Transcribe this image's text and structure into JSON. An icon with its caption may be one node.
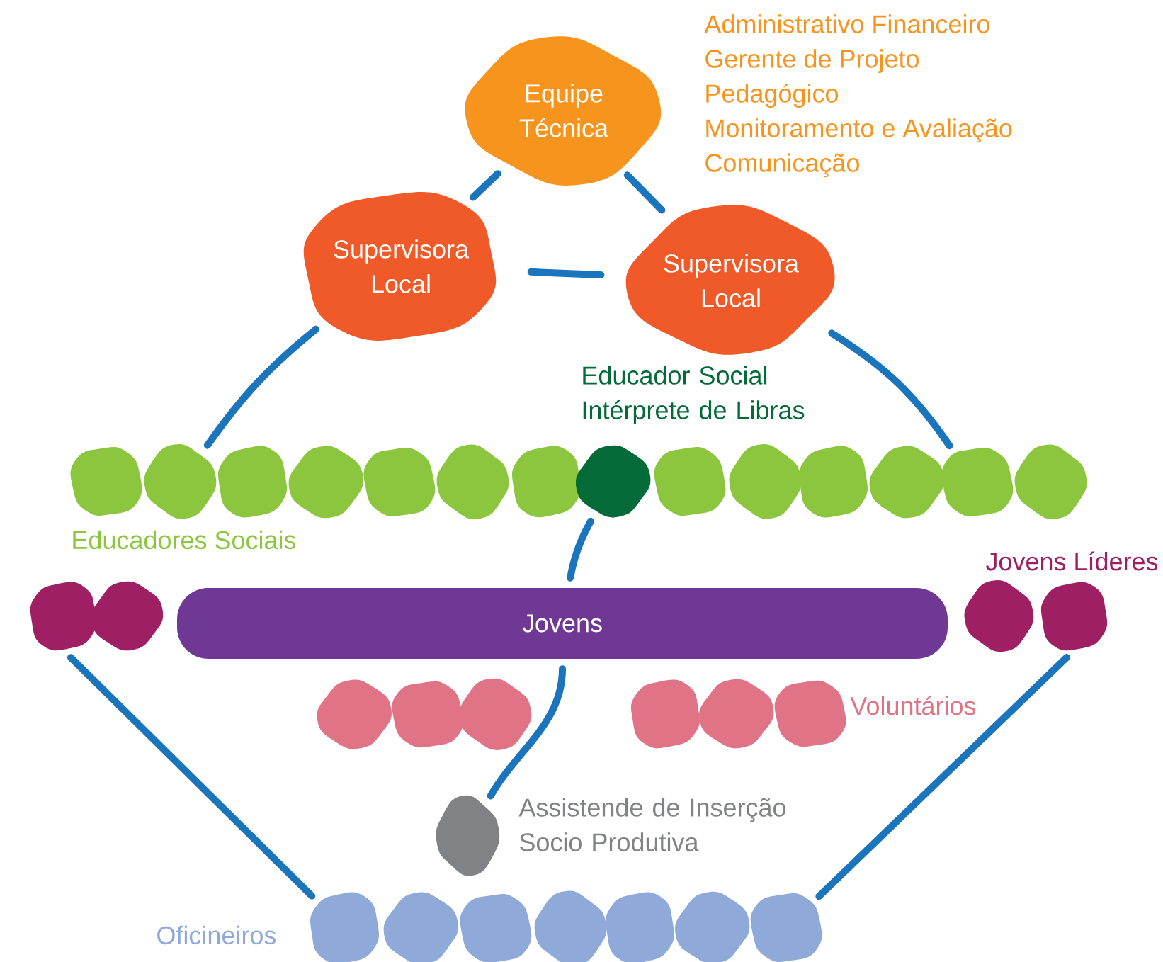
{
  "diagram": {
    "nodes": [
      {
        "text": [
          "Equipe Técnica"
        ],
        "beside": [
          "Administrativo Financeiro",
          "Gerente de Projeto",
          "Pedagógico",
          "Monitoramento e Avaliação",
          "Comunicação"
        ]
      },
      {
        "text": [
          "Supervisora Local"
        ]
      },
      {
        "text": [
          "Supervisora Local"
        ]
      },
      {
        "text": [],
        "shape": "blob"
      },
      {
        "text": [],
        "shape": "blob"
      },
      {
        "text": [],
        "shape": "blob"
      },
      {
        "text": [],
        "shape": "blob"
      },
      {
        "text": [],
        "shape": "blob"
      },
      {
        "text": [],
        "shape": "blob"
      },
      {
        "text": [],
        "shape": "blob"
      },
      {
        "text": [],
        "shape": "blob",
        "beside": [
          "Educador Social Intérprete de Libras"
        ]
      },
      {
        "text": [],
        "shape": "blob"
      },
      {
        "text": [],
        "shape": "blob"
      },
      {
        "text": [],
        "shape": "blob"
      },
      {
        "text": [],
        "shape": "blob"
      },
      {
        "text": [],
        "shape": "blob"
      },
      {
        "text": [],
        "shape": "blob"
      },
      {
        "text": [],
        "shape": "blob"
      },
      {
        "text": [],
        "shape": "blob"
      },
      {
        "text": [
          "Jovens"
        ]
      },
      {
        "text": [],
        "shape": "blob"
      },
      {
        "text": [],
        "shape": "blob"
      },
      {
        "text": [],
        "shape": "blob"
      },
      {
        "text": [],
        "shape": "blob"
      },
      {
        "text": [],
        "shape": "blob"
      },
      {
        "text": [],
        "shape": "blob"
      },
      {
        "text": [],
        "shape": "blob"
      },
      {
        "text": [],
        "shape": "blob"
      },
      {
        "text": [],
        "shape": "blob",
        "beside": [
          "Assistende de Inserção Socio Produtiva"
        ]
      },
      {
        "text": [],
        "shape": "blob"
      },
      {
        "text": [],
        "shape": "blob"
      },
      {
        "text": [],
        "shape": "blob"
      },
      {
        "text": [],
        "shape": "blob"
      },
      {
        "text": [],
        "shape": "blob"
      },
      {
        "text": [],
        "shape": "blob"
      },
      {
        "text": [],
        "shape": "blob"
      }
    ],
    "edges": [
      {
        "from": 0,
        "to": 1,
        "arrow": "none"
      },
      {
        "from": 0,
        "to": 2,
        "arrow": "none"
      },
      {
        "from": 1,
        "to": 2,
        "arrow": "none"
      },
      {
        "from": 1,
        "to": 4,
        "arrow": "none"
      },
      {
        "from": 2,
        "to": 15,
        "arrow": "none"
      },
      {
        "from": 10,
        "to": 19,
        "arrow": "none"
      },
      {
        "from": 19,
        "to": 28,
        "arrow": "none"
      },
      {
        "from": 17,
        "to": 29,
        "arrow": "none"
      },
      {
        "from": 21,
        "to": 35,
        "arrow": "none"
      }
    ],
    "labels": [
      "Educadores Sociais",
      "Jovens Líderes",
      "Voluntários",
      "Oficineiros"
    ]
  }
}
